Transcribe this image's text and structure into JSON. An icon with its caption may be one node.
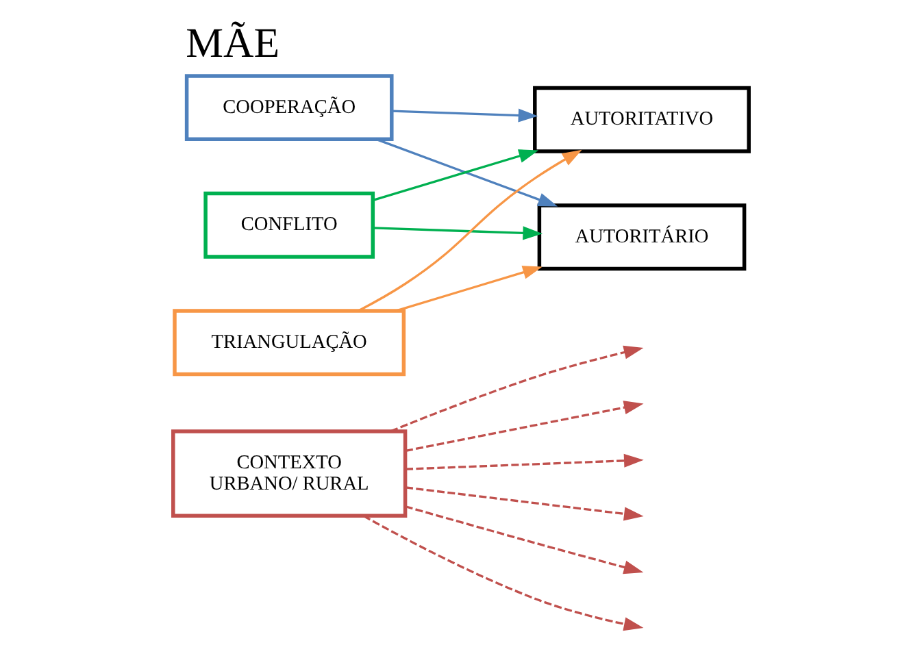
{
  "diagram": {
    "title": "MÃE",
    "nodes": [
      {
        "text": [
          "CONTEXTO",
          "URBANO/ RURAL"
        ]
      },
      {
        "text": [
          "COOPERAÇÃO"
        ]
      },
      {
        "text": [
          "CONFLITO"
        ]
      },
      {
        "text": [
          "TRIANGULAÇÃO"
        ]
      },
      {
        "text": [
          "AUTORITATIVO"
        ]
      },
      {
        "text": [
          "AUTORITÁRIO"
        ]
      }
    ],
    "edges": [
      {
        "from": 1,
        "to": 4,
        "arrow": "to",
        "color": "#4f81bd"
      },
      {
        "from": 1,
        "to": 5,
        "arrow": "to",
        "color": "#4f81bd"
      },
      {
        "from": 2,
        "to": 4,
        "arrow": "to",
        "color": "#00b050"
      },
      {
        "from": 2,
        "to": 5,
        "arrow": "to",
        "color": "#00b050"
      },
      {
        "from": 3,
        "to": 4,
        "arrow": "to",
        "color": "#f79646"
      },
      {
        "from": 3,
        "to": 5,
        "arrow": "to",
        "color": "#f79646"
      },
      {
        "from": 0,
        "to": null,
        "arrow": "to",
        "style": "dashed",
        "color": "#c0504d"
      },
      {
        "from": 0,
        "to": null,
        "arrow": "to",
        "style": "dashed",
        "color": "#c0504d"
      },
      {
        "from": 0,
        "to": null,
        "arrow": "to",
        "style": "dashed",
        "color": "#c0504d"
      },
      {
        "from": 0,
        "to": null,
        "arrow": "to",
        "style": "dashed",
        "color": "#c0504d"
      },
      {
        "from": 0,
        "to": null,
        "arrow": "to",
        "style": "dashed",
        "color": "#c0504d"
      },
      {
        "from": 0,
        "to": null,
        "arrow": "to",
        "style": "dashed",
        "color": "#c0504d"
      }
    ]
  }
}
